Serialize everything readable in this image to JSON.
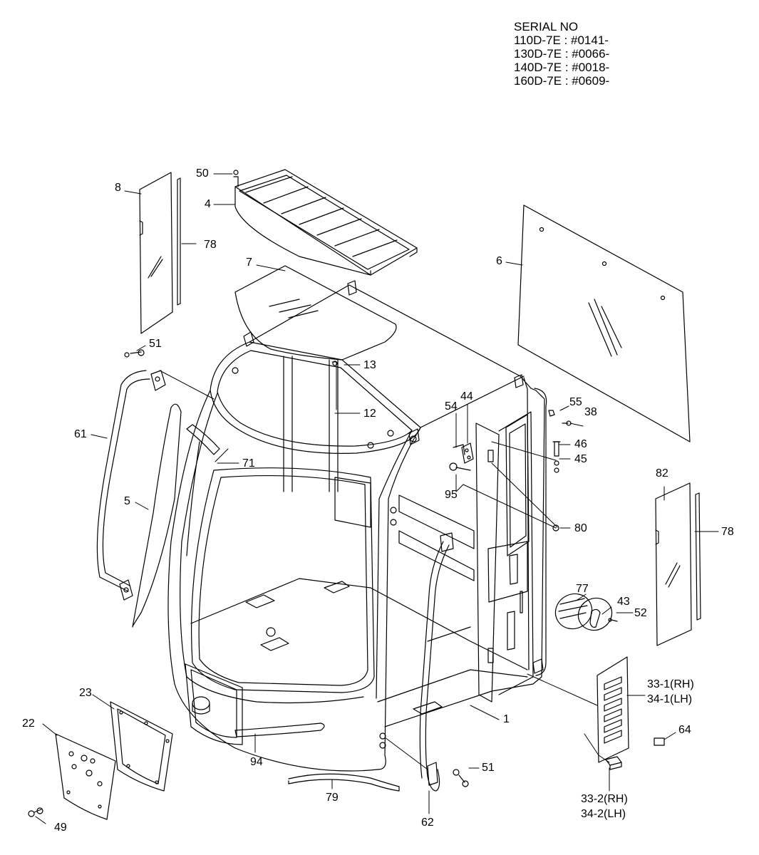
{
  "serial": {
    "heading": "SERIAL NO",
    "lines": [
      "110D-7E : #0141-",
      "130D-7E : #0066-",
      "140D-7E : #0018-",
      "160D-7E : #0609-"
    ]
  },
  "callouts": {
    "p50": "50",
    "p4": "4",
    "p8": "8",
    "p78a": "78",
    "p7": "7",
    "p6": "6",
    "p51a": "51",
    "p13": "13",
    "p12": "12",
    "p61": "61",
    "p71": "71",
    "p5": "5",
    "p54": "54",
    "p44": "44",
    "p55": "55",
    "p38": "38",
    "p46": "46",
    "p45": "45",
    "p95": "95",
    "p80": "80",
    "p82": "82",
    "p78b": "78",
    "p77": "77",
    "p43": "43",
    "p52": "52",
    "p33_1": "33-1(RH)",
    "p34_1": "34-1(LH)",
    "p64": "64",
    "p1": "1",
    "p23": "23",
    "p22": "22",
    "p94": "94",
    "p79": "79",
    "p51b": "51",
    "p49": "49",
    "p62": "62",
    "p33_2": "33-2(RH)",
    "p34_2": "34-2(LH)"
  }
}
